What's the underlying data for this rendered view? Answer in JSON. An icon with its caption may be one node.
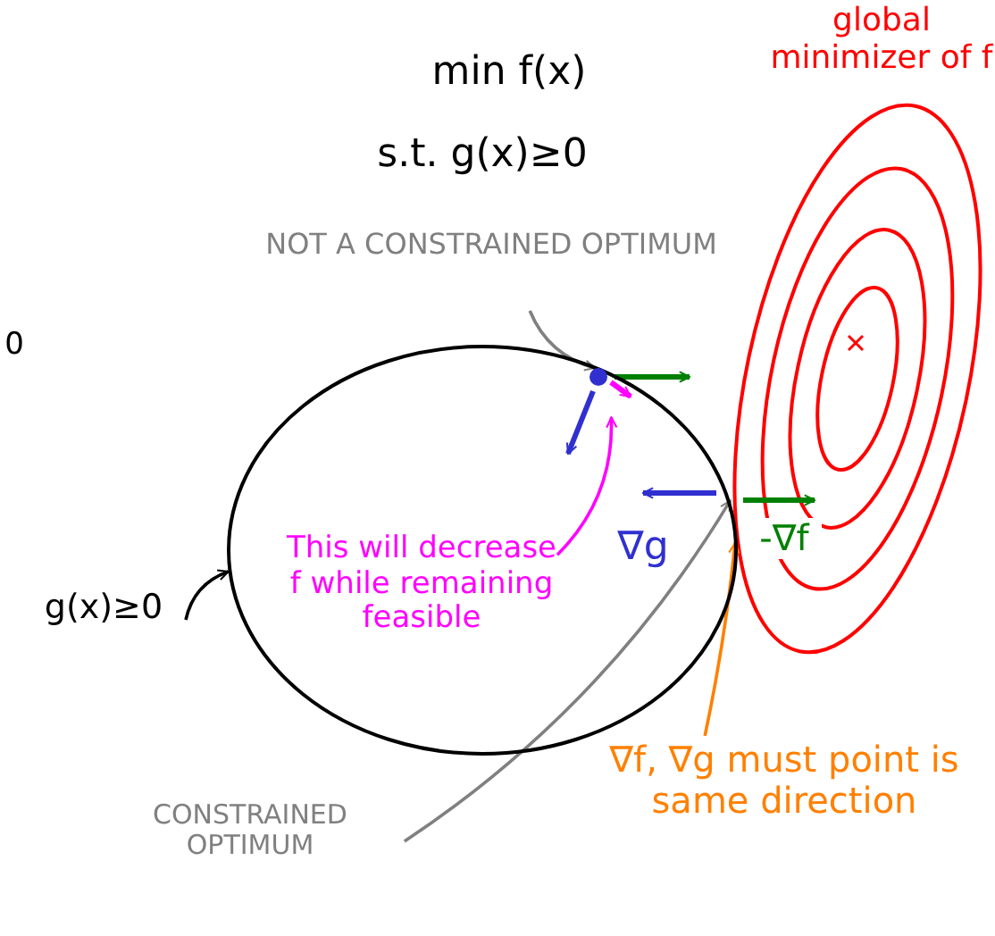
{
  "diagram": {
    "nodes": [
      {
        "text": [],
        "shape": "circle"
      },
      {
        "text": [
          "g(x)≥0"
        ]
      },
      {
        "text": [
          "NOT A CONSTRAINED OPTIMUM"
        ]
      },
      {
        "text": [],
        "shape": "circle",
        "in": 0
      },
      {
        "text": [
          "CONSTRAINED OPTIMUM"
        ]
      },
      {
        "text": [
          "This will decrease f while remaining feasible"
        ],
        "in": 0
      },
      {
        "text": [
          "∇f, ∇g must point is same direction"
        ]
      }
    ],
    "edges": [
      {
        "from": 1,
        "to": 0,
        "arrow": "to",
        "color": "#000000"
      },
      {
        "from": 2,
        "to": 3,
        "arrow": "to"
      },
      {
        "from": 4,
        "to": 0,
        "arrow": "to"
      },
      {
        "from": 5,
        "to": 0,
        "arrow": "to",
        "color": "#ff00ff"
      },
      {
        "from": 6,
        "to": 0,
        "arrow": "to",
        "color": "#ff8000"
      }
    ],
    "labels": [
      "min f(x)",
      "s.t. g(x)≥0",
      "global minimizer of f",
      "0",
      "∇g",
      "-∇f"
    ]
  }
}
